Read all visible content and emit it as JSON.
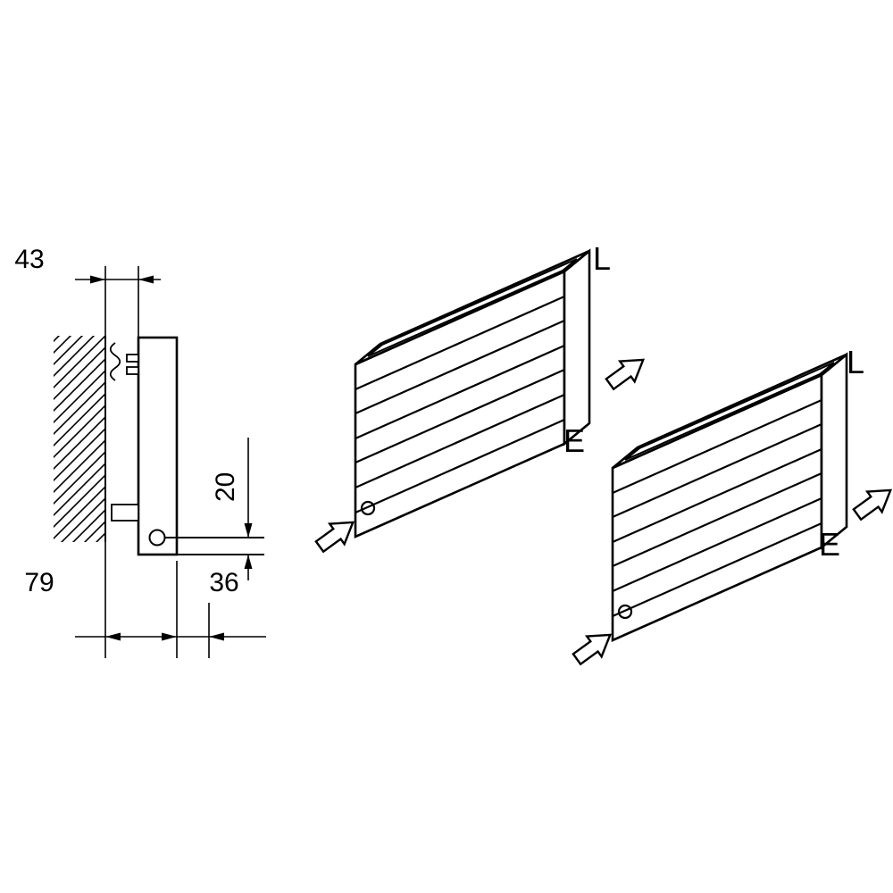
{
  "side_view": {
    "dim_top": "43",
    "dim_height": "20",
    "dim_bottom_left": "79",
    "dim_bottom_right": "36"
  },
  "radiator_top": {
    "label_l": "L",
    "label_e": "E"
  },
  "radiator_bottom": {
    "label_l": "L",
    "label_e": "E"
  },
  "colors": {
    "line": "#000000",
    "background": "#ffffff"
  }
}
